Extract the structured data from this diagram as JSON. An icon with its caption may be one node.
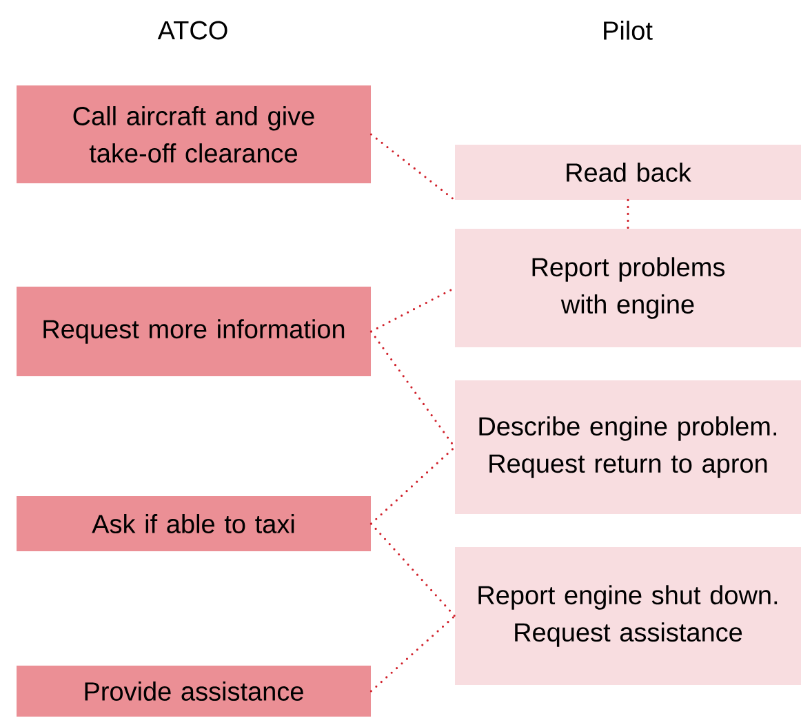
{
  "diagram": {
    "nodes": [
      {
        "text": [
          "Call aircraft and give take-off clearance"
        ]
      },
      {
        "text": [
          "Request more information"
        ]
      },
      {
        "text": [
          "Ask if able to taxi"
        ]
      },
      {
        "text": [
          "Provide assistance"
        ]
      },
      {
        "text": [
          "Read back"
        ]
      },
      {
        "text": [
          "Report problems with engine"
        ]
      },
      {
        "text": [
          "Describe engine problem. Request return to apron"
        ]
      },
      {
        "text": [
          "Report engine shut down. Request assistance"
        ]
      }
    ],
    "edges": [
      {
        "from": 0,
        "to": 4,
        "arrow": "none"
      },
      {
        "from": 4,
        "to": 5,
        "arrow": "none"
      },
      {
        "from": 1,
        "to": 5,
        "arrow": "none"
      },
      {
        "from": 1,
        "to": 6,
        "arrow": "none"
      },
      {
        "from": 2,
        "to": 6,
        "arrow": "none"
      },
      {
        "from": 2,
        "to": 7,
        "arrow": "none"
      },
      {
        "from": 3,
        "to": 7,
        "arrow": "none"
      }
    ],
    "labels": [
      "ATCO",
      "Pilot"
    ]
  }
}
